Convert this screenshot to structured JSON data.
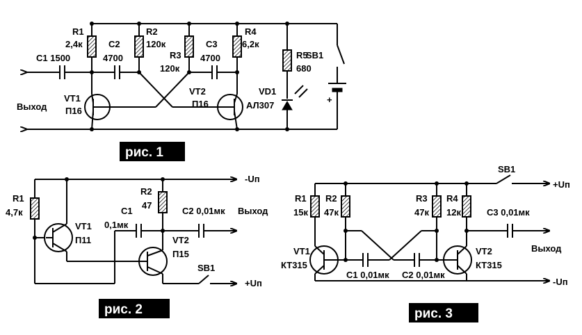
{
  "fig1": {
    "label": "рис. 1",
    "r1": "R1",
    "r1v": "2,4к",
    "c2": "C2",
    "c2v": "4700",
    "r2": "R2",
    "r2v": "120к",
    "r3": "R3",
    "r3v": "120к",
    "c3": "C3",
    "c3v": "4700",
    "r4": "R4",
    "r4v": "6,2к",
    "r5": "R5",
    "r5v": "680",
    "sb1": "SB1",
    "c1": "C1 1500",
    "vd1": "VD1",
    "vd1v": "АЛ307",
    "vt1": "VT1",
    "vt1v": "П16",
    "vt2": "VT2",
    "vt2v": "П16",
    "out": "Выход",
    "plus": "+"
  },
  "fig2": {
    "label": "рис. 2",
    "r1": "R1",
    "r1v": "4,7к",
    "vt1": "VT1",
    "vt1v": "П11",
    "r2": "R2",
    "r2v": "47",
    "c1": "C1",
    "c1v": "0,1мк",
    "c2": "C2 0,01мк",
    "out": "Выход",
    "vt2": "VT2",
    "vt2v": "П15",
    "sb1": "SB1",
    "minus": "-Uп",
    "plus": "+Uп"
  },
  "fig3": {
    "label": "рис. 3",
    "r1": "R1",
    "r1v": "15к",
    "r2": "R2",
    "r2v": "47к",
    "r3": "R3",
    "r3v": "47к",
    "r4": "R4",
    "r4v": "12к",
    "sb1": "SB1",
    "plus": "+Uп",
    "c3": "C3 0,01мк",
    "vt1": "VT1",
    "vt1v": "КТ315",
    "vt2": "VT2",
    "vt2v": "КТ315",
    "c1": "C1 0,01мк",
    "c2": "C2 0,01мк",
    "out": "Выход",
    "minus": "-Uп"
  }
}
